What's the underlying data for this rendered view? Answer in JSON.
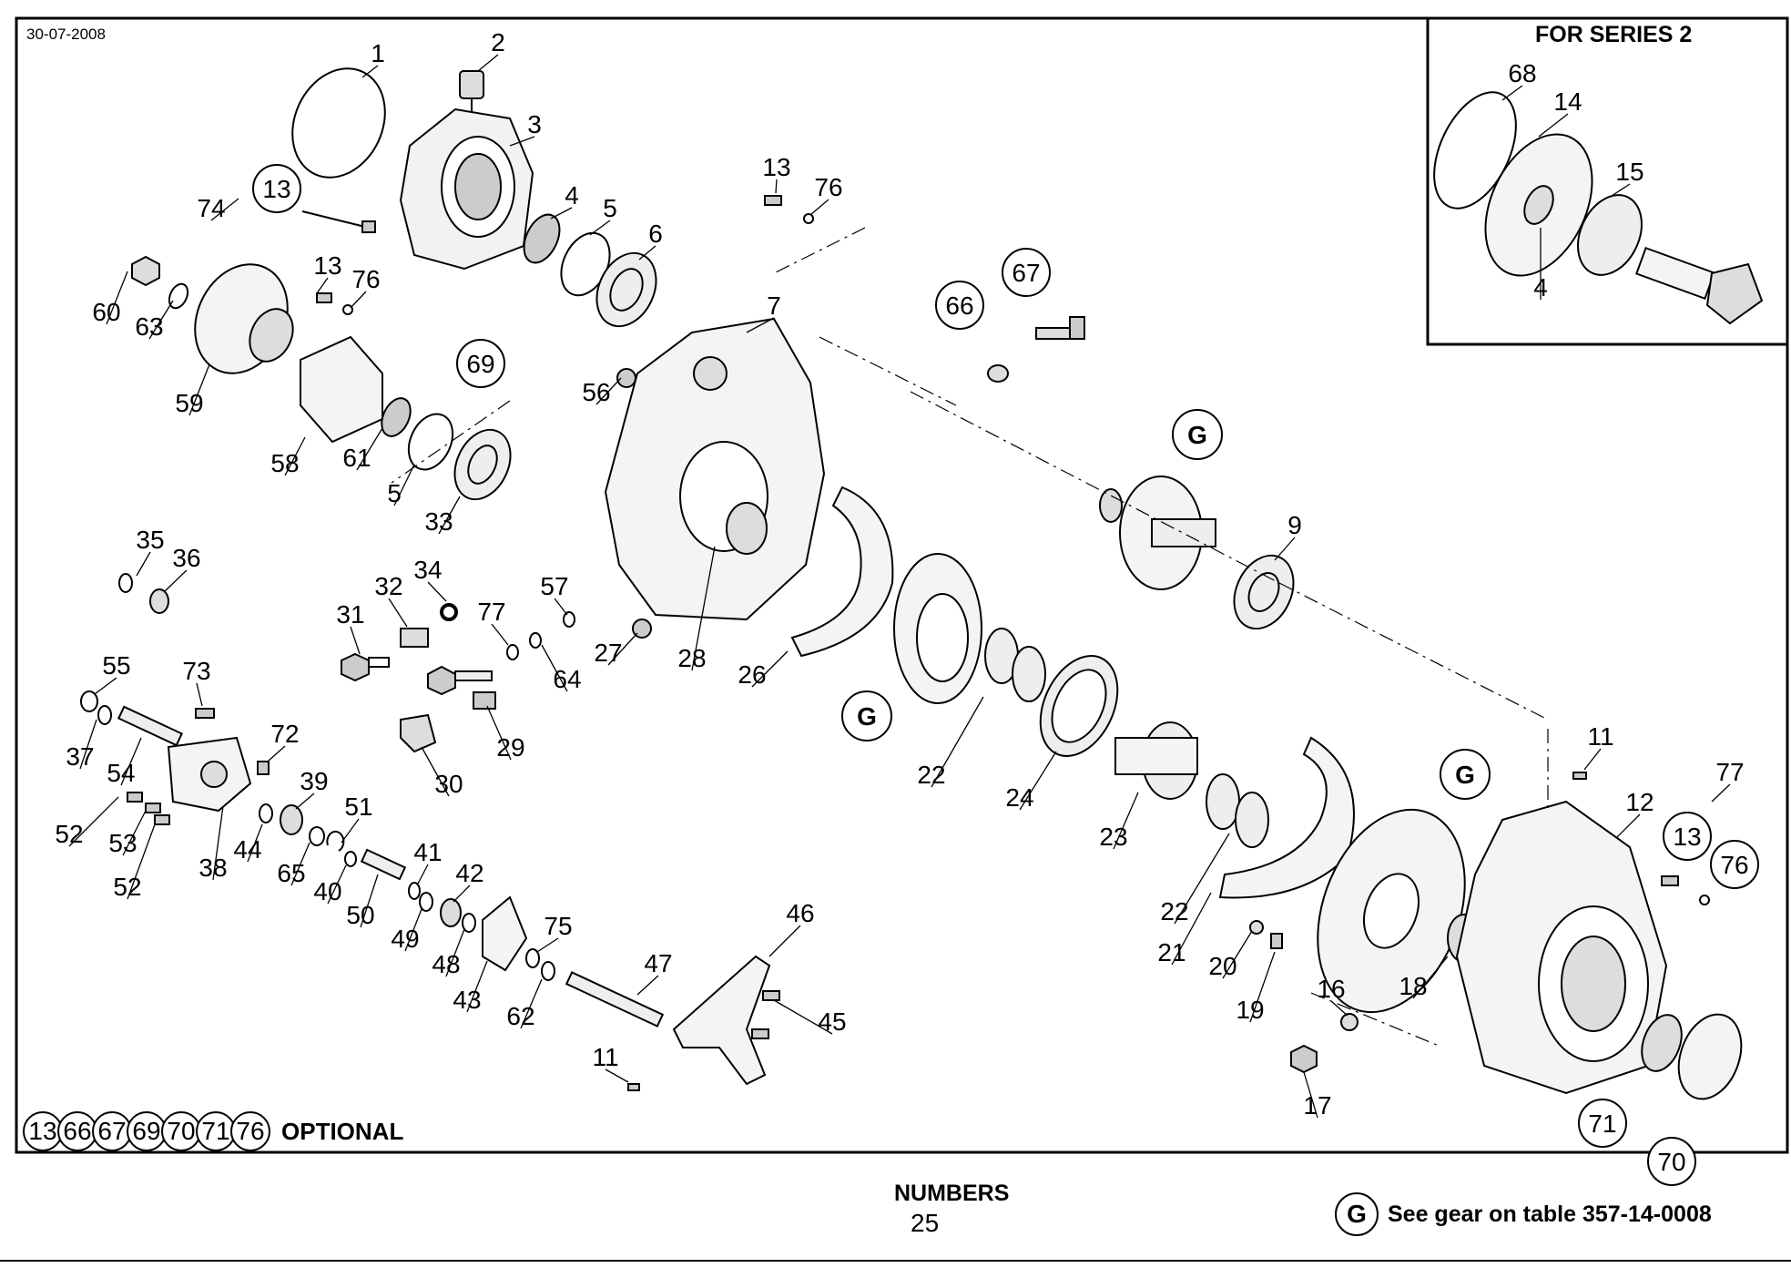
{
  "header": {
    "date": "30-07-2008",
    "inset_title": "FOR SERIES 2"
  },
  "footer": {
    "optional_refs": [
      "13",
      "66",
      "67",
      "69",
      "70",
      "71",
      "76"
    ],
    "optional_label": "OPTIONAL",
    "numbers_title": "NUMBERS",
    "numbers_value": "25",
    "gear_symbol": "G",
    "gear_note": "See gear on table 357-14-0008"
  },
  "callouts": {
    "plain": [
      "1",
      "2",
      "3",
      "4",
      "5",
      "6",
      "7",
      "9",
      "11",
      "12",
      "14",
      "15",
      "16",
      "17",
      "18",
      "19",
      "20",
      "21",
      "22",
      "23",
      "24",
      "26",
      "27",
      "28",
      "29",
      "30",
      "31",
      "32",
      "33",
      "34",
      "35",
      "36",
      "37",
      "38",
      "39",
      "40",
      "41",
      "42",
      "43",
      "44",
      "45",
      "46",
      "47",
      "48",
      "49",
      "50",
      "51",
      "52",
      "53",
      "54",
      "55",
      "56",
      "57",
      "58",
      "59",
      "60",
      "61",
      "62",
      "63",
      "64",
      "65",
      "68",
      "72",
      "73",
      "74",
      "75",
      "77"
    ],
    "circled": [
      "13",
      "66",
      "67",
      "69",
      "70",
      "71",
      "76",
      "G"
    ]
  }
}
